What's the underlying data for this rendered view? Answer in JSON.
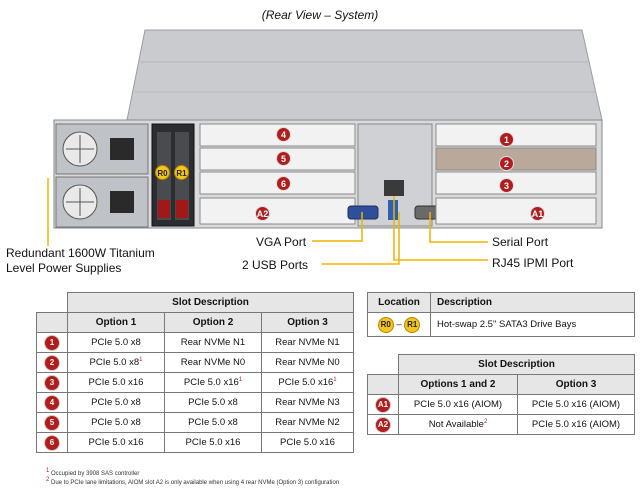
{
  "title": "(Rear View – System)",
  "callouts": {
    "power": "Redundant  1600W Titanium\nLevel Power Supplies",
    "vga": "VGA Port",
    "usb": "2 USB Ports",
    "serial": "Serial Port",
    "ipmi": "RJ45 IPMI Port"
  },
  "chassis_badges": {
    "r0": "R0",
    "r1": "R1",
    "s4": "4",
    "s5": "5",
    "s6": "6",
    "s1": "1",
    "s2": "2",
    "s3": "3",
    "a1": "A1",
    "a2": "A2"
  },
  "slot_table": {
    "title": "Slot Description",
    "headers": [
      "Option 1",
      "Option 2",
      "Option 3"
    ],
    "rows": [
      {
        "slot": "1",
        "o1": "PCIe 5.0 x8",
        "o2": "Rear NVMe N1",
        "o3": "Rear NVMe N1",
        "o1_sup": ""
      },
      {
        "slot": "2",
        "o1": "PCIe 5.0 x8",
        "o2": "Rear NVMe N0",
        "o3": "Rear NVMe N0",
        "o1_sup": "1"
      },
      {
        "slot": "3",
        "o1": "PCIe 5.0 x16",
        "o2": "PCIe 5.0 x16",
        "o3": "PCIe 5.0 x16",
        "o2_sup": "1",
        "o3_sup": "1"
      },
      {
        "slot": "4",
        "o1": "PCIe 5.0 x8",
        "o2": "PCIe 5.0 x8",
        "o3": "Rear NVMe N3"
      },
      {
        "slot": "5",
        "o1": "PCIe 5.0 x8",
        "o2": "PCIe 5.0 x8",
        "o3": "Rear NVMe N2"
      },
      {
        "slot": "6",
        "o1": "PCIe 5.0 x16",
        "o2": "PCIe 5.0 x16",
        "o3": "PCIe 5.0 x16"
      }
    ]
  },
  "location_table": {
    "headers": [
      "Location",
      "Description"
    ],
    "from": "R0",
    "dash": "–",
    "to": "R1",
    "description": "Hot-swap 2.5\" SATA3 Drive  Bays"
  },
  "aiom_table": {
    "title": "Slot Description",
    "headers": [
      "Options 1 and 2",
      "Option 3"
    ],
    "rows": [
      {
        "slot": "A1",
        "o12": "PCIe 5.0 x16 (AIOM)",
        "o3": "PCIe 5.0 x16 (AIOM)",
        "sup": ""
      },
      {
        "slot": "A2",
        "o12": "Not Available",
        "o3": "PCIe 5.0 x16 (AIOM)",
        "sup": "2"
      }
    ]
  },
  "footnotes": [
    "Occupied by 3908 SAS controller",
    "Due to PCIe lane limitations, AIOM slot A2 is only available when using 4 rear NVMe (Option 3) configuration"
  ],
  "footnote_marks": [
    "1",
    "2"
  ],
  "colors": {
    "badge_red": "#b11d1d",
    "badge_yellow": "#f4c51a",
    "leader": "#f0b400"
  }
}
